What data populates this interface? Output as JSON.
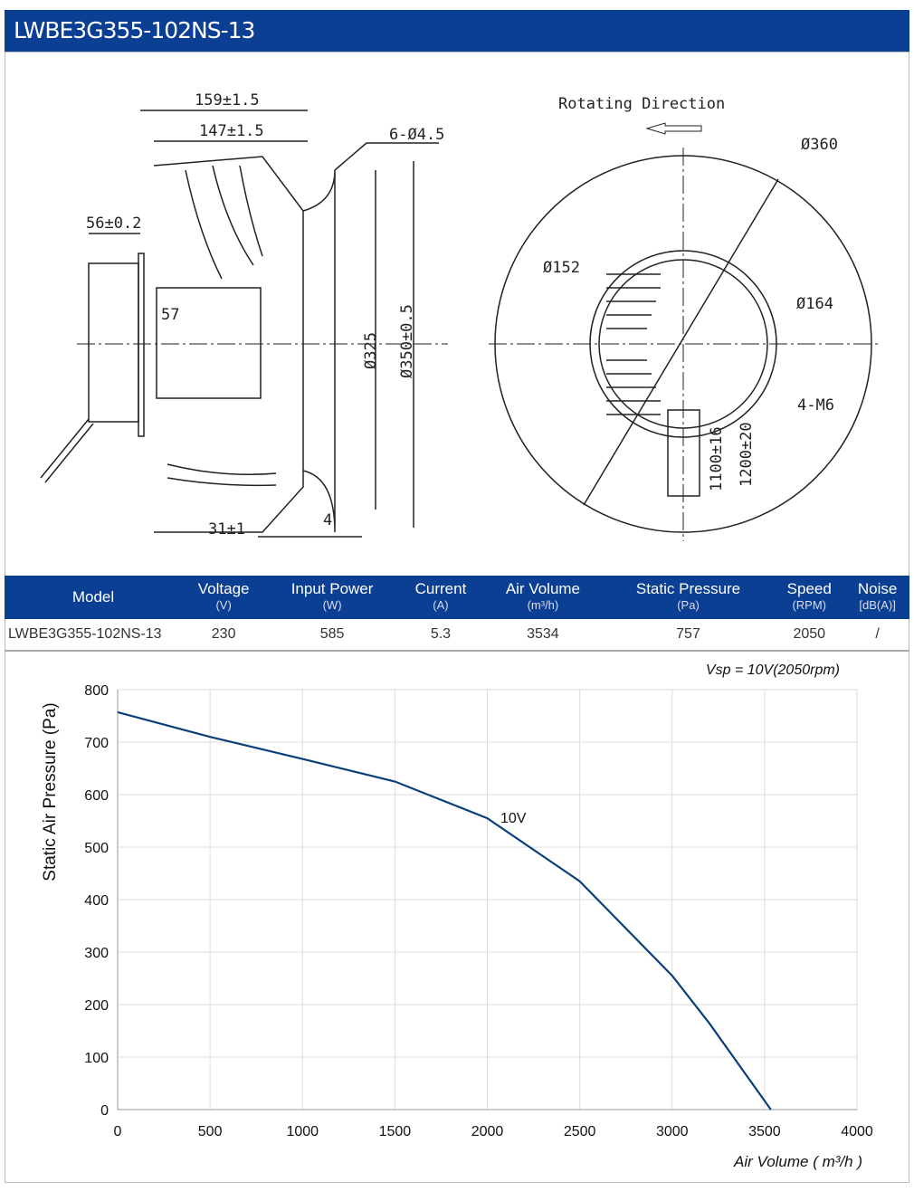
{
  "title": "LWBE3G355-102NS-13",
  "drawing": {
    "rotating_direction": "Rotating Direction",
    "dims": [
      "159±1.5",
      "147±1.5",
      "6-Ø4.5",
      "56±0.2",
      "57",
      "Ø325",
      "Ø350±0.5",
      "31±1",
      "4",
      "Ø360",
      "Ø152",
      "Ø164",
      "4-M6",
      "1100±16",
      "1200±20"
    ]
  },
  "table": {
    "headers": [
      [
        "Model",
        ""
      ],
      [
        "Voltage",
        "(V)"
      ],
      [
        "Input Power",
        "(W)"
      ],
      [
        "Current",
        "(A)"
      ],
      [
        "Air Volume",
        "(m³/h)"
      ],
      [
        "Static Pressure",
        "(Pa)"
      ],
      [
        "Speed",
        "(RPM)"
      ],
      [
        "Noise",
        "[dB(A)]"
      ]
    ],
    "row": [
      "LWBE3G355-102NS-13",
      "230",
      "585",
      "5.3",
      "3534",
      "757",
      "2050",
      "/"
    ]
  },
  "chart_data": {
    "type": "line",
    "title": "Vsp = 10V(2050rpm)",
    "xlabel": "Air Volume ( m³/h )",
    "ylabel": "Static Air Pressure  (Pa)",
    "xlim": [
      0,
      4000
    ],
    "ylim": [
      0,
      800
    ],
    "xticks": [
      0,
      500,
      1000,
      1500,
      2000,
      2500,
      3000,
      3500,
      4000
    ],
    "yticks": [
      0,
      100,
      200,
      300,
      400,
      500,
      600,
      700,
      800
    ],
    "grid": true,
    "series": [
      {
        "name": "10V",
        "color": "#0b3f7a",
        "x": [
          0,
          500,
          1000,
          1500,
          2000,
          2500,
          3000,
          3200,
          3534
        ],
        "y": [
          757,
          710,
          668,
          625,
          555,
          435,
          255,
          165,
          0
        ]
      }
    ]
  }
}
